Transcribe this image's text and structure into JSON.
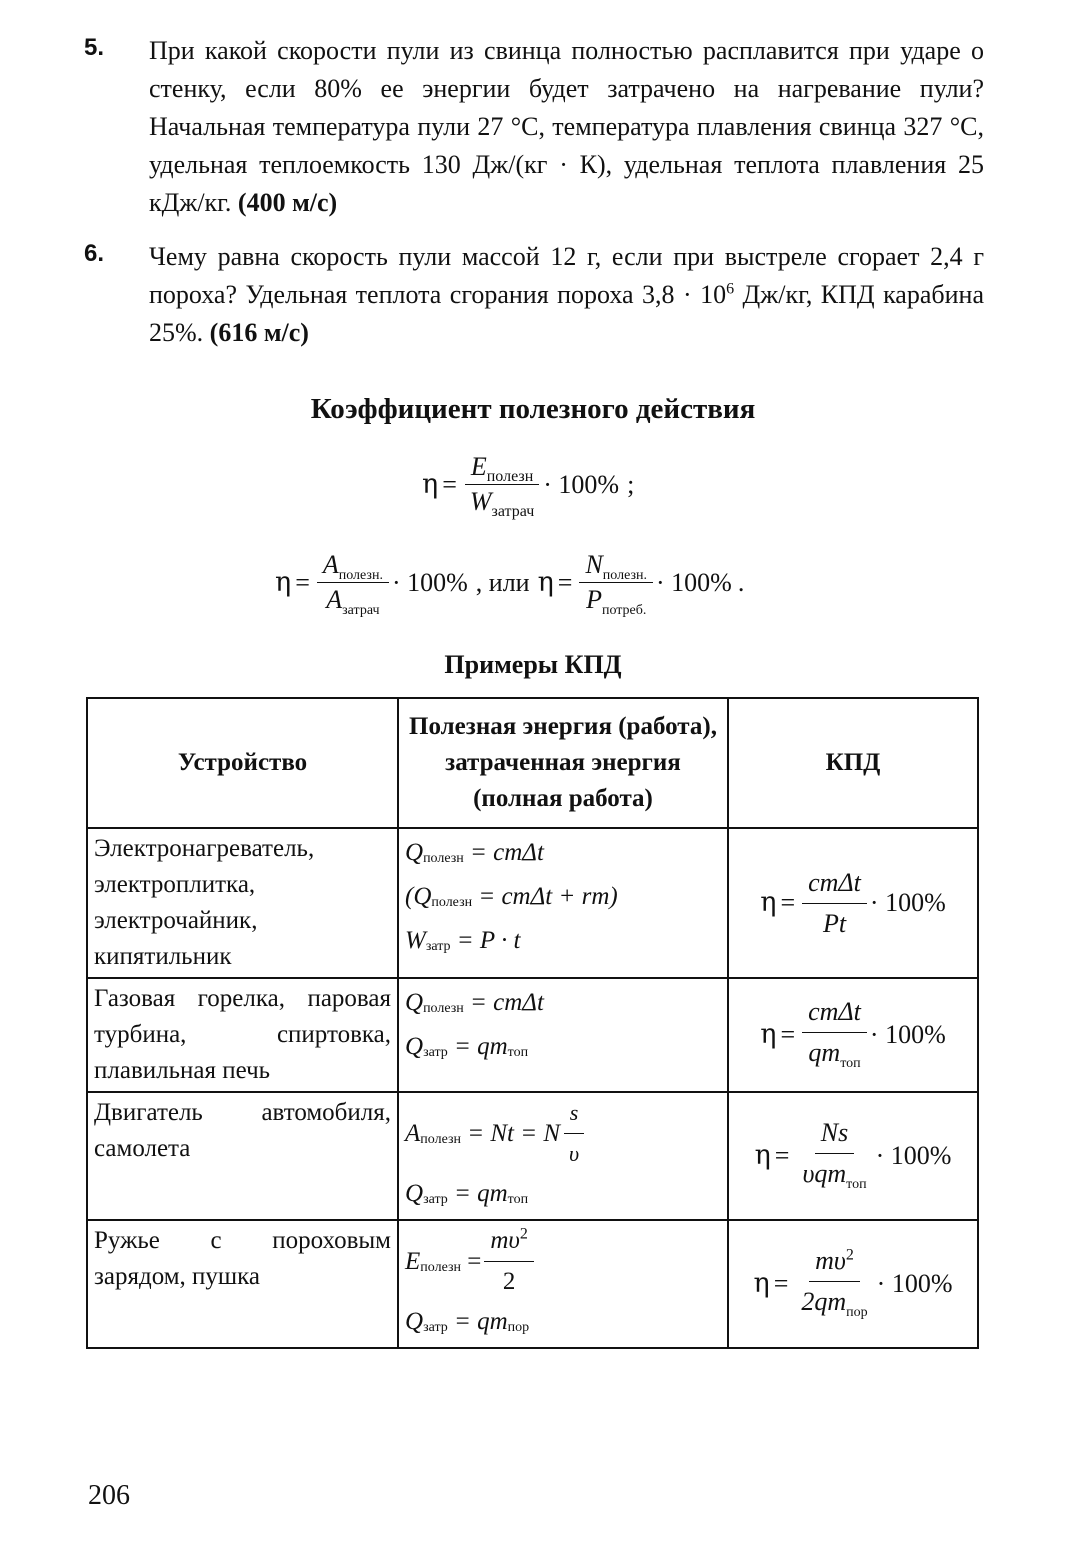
{
  "problems": [
    {
      "number": "5.",
      "text": "При какой скорости пули из свинца полностью расплавится при ударе о стенку, если 80% ее энергии будет затрачено на нагревание пули? Начальная температура пули 27 °С, температура плавления свинца 327 °С, удельная теплоемкость 130 Дж/(кг · К), удельная теплота плавления 25 кДж/кг.",
      "answer": "(400 м/с)"
    },
    {
      "number": "6.",
      "text_a": "Чему равна скорость пули массой 12 г, если при выстреле сгорает 2,4 г пороха? Удельная теплота сгорания пороха 3,8 · 10",
      "exp": "6",
      "text_b": " Дж/кг, КПД карабина 25%.",
      "answer": "(616 м/с)"
    }
  ],
  "section_title": "Коэффициент полезного действия",
  "formulas": {
    "eta": "η",
    "eq": "=",
    "pct": "· 100%",
    "f1_semicolon": ";",
    "f1_num": "E",
    "f1_num_sub": "полезн",
    "f1_den": "W",
    "f1_den_sub": "затрач",
    "f2_num": "A",
    "f2_num_sub": "полезн.",
    "f2_den": "A",
    "f2_den_sub": "затрач",
    "or": ", или",
    "f3_num": "N",
    "f3_num_sub": "полезн.",
    "f3_den": "P",
    "f3_den_sub": "потреб.",
    "period": "."
  },
  "table_title": "Примеры КПД",
  "table": {
    "headers": [
      "Устройство",
      "Полезная энергия (работа), затраченная энергия (полная работа)",
      "КПД"
    ],
    "rows": [
      {
        "device": "Электронагреватель, электроплитка, электрочайник, кипятильник",
        "f1": "Q",
        "f1_sub": "полезн",
        "f1_rhs": "= cmΔt",
        "f2": "(Q",
        "f2_sub": "полезн",
        "f2_rhs": "= cmΔt + rm)",
        "f3": "W",
        "f3_sub": "затр",
        "f3_rhs": "= P · t",
        "kpd_num": "cmΔt",
        "kpd_den": "Pt",
        "kpd_den_sub": ""
      },
      {
        "device": "Газовая горелка, паровая турбина, спиртовка, плавильная печь",
        "f1": "Q",
        "f1_sub": "полезн",
        "f1_rhs": "= cmΔt",
        "f2": "Q",
        "f2_sub": "затр",
        "f2_rhs": "= qm",
        "f2_rhs_sub": "топ",
        "kpd_num": "cmΔt",
        "kpd_den": "qm",
        "kpd_den_sub": "топ"
      },
      {
        "device": "Двигатель автомобиля, самолета",
        "f1": "A",
        "f1_sub": "полезн",
        "f1_rhs": "= Nt = N",
        "f1_frac_num": "s",
        "f1_frac_den": "υ",
        "f2": "Q",
        "f2_sub": "затр",
        "f2_rhs": "= qm",
        "f2_rhs_sub": "топ",
        "kpd_num": "Ns",
        "kpd_den": "υqm",
        "kpd_den_sub": "топ"
      },
      {
        "device": "Ружье с пороховым зарядом, пушка",
        "f1": "E",
        "f1_sub": "полезн",
        "f1_rhs": "=",
        "f1_frac_num": "mυ",
        "f1_frac_exp": "2",
        "f1_frac_den": "2",
        "f2": "Q",
        "f2_sub": "затр",
        "f2_rhs": "= qm",
        "f2_rhs_sub": "пор",
        "kpd_num": "mυ",
        "kpd_num_exp": "2",
        "kpd_den": "2qm",
        "kpd_den_sub": "пор"
      }
    ]
  },
  "page_number": "206"
}
